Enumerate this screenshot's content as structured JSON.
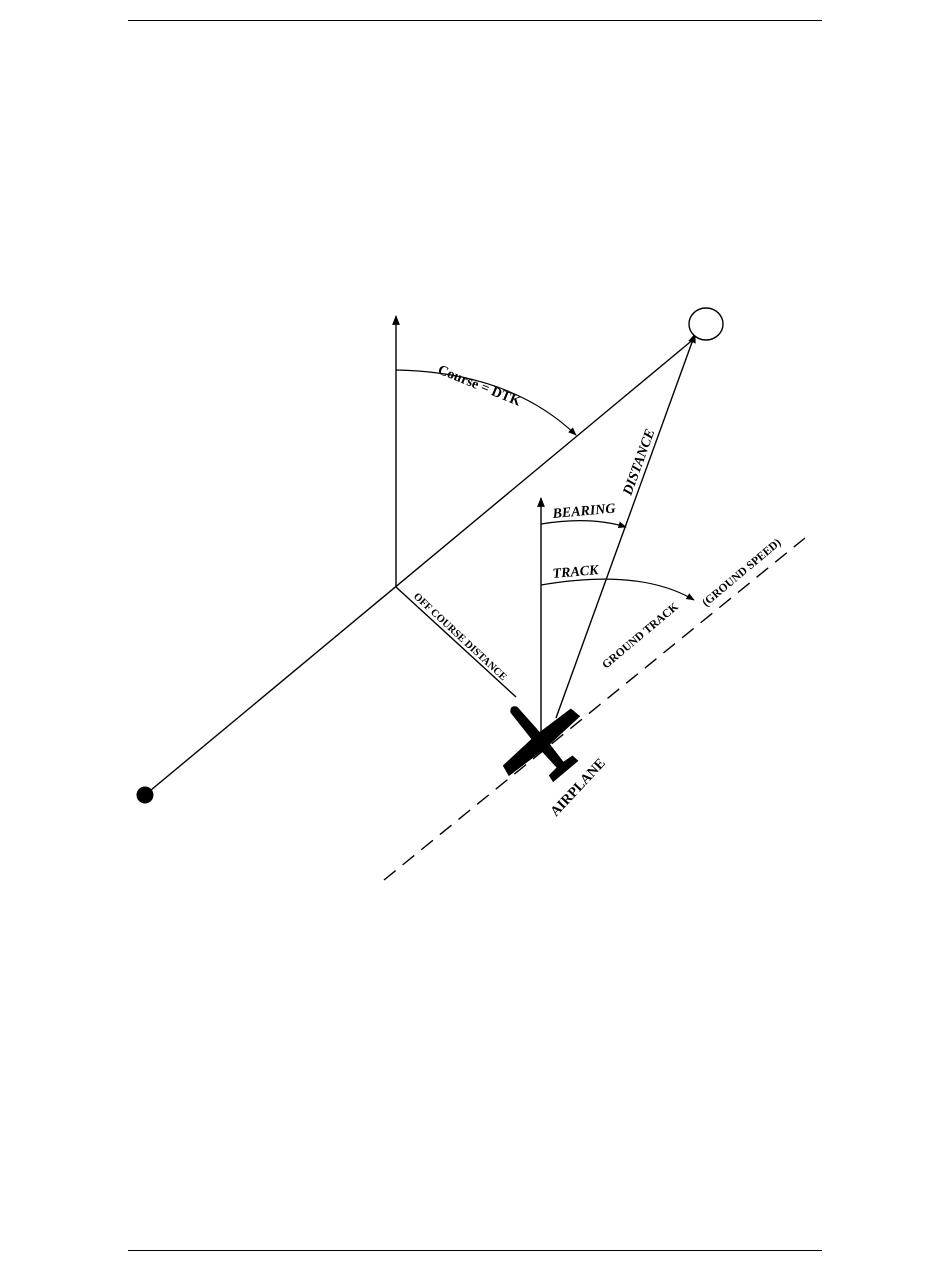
{
  "diagram": {
    "labels": {
      "course": "Course = DTK",
      "distance": "DISTANCE",
      "bearing": "BEARING",
      "track": "TRACK",
      "ground_speed": "(GROUND SPEED)",
      "ground_track": "GROUND TRACK",
      "off_course_distance": "OFF COURSE DISTANCE",
      "airplane": "AIRPLANE"
    },
    "icons": {
      "from_waypoint": "filled-circle-waypoint",
      "to_waypoint": "open-circle-waypoint",
      "airplane": "airplane-icon"
    },
    "colors": {
      "ink": "#000000",
      "paper": "#ffffff"
    }
  }
}
